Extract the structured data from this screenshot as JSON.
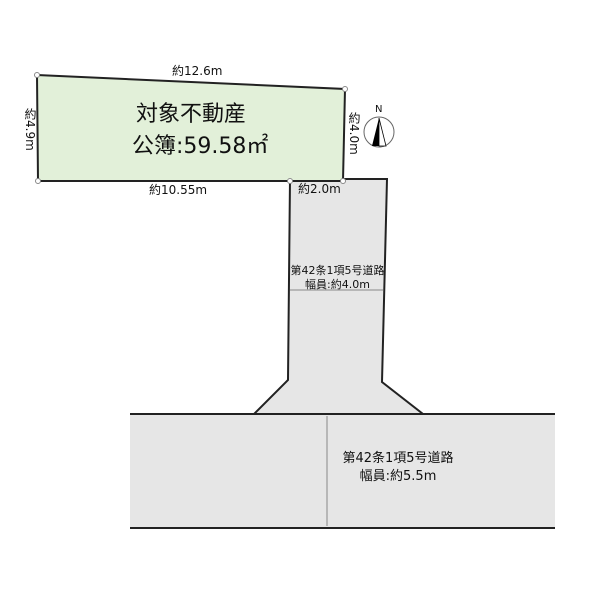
{
  "subject": {
    "title": "対象不動産",
    "area": "公簿:59.58㎡",
    "fill_color": "#e2f0d9"
  },
  "dimensions": {
    "top": "約12.6m",
    "left": "約4.9m",
    "right": "約4.0m",
    "bottom": "約10.55m",
    "frontage": "約2.0m"
  },
  "roads": {
    "fill_color": "#e6e6e6",
    "north_road": {
      "type": "第42条1項5号道路",
      "width": "幅員:約4.0m"
    },
    "south_road": {
      "type": "第42条1項5号道路",
      "width": "幅員:約5.5m"
    }
  },
  "compass": {
    "label": "N",
    "icon": "north-arrow-icon"
  }
}
